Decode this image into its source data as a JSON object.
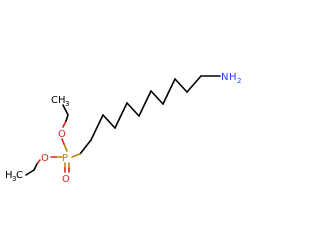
{
  "molecule": {
    "colors": {
      "carbon": "#000000",
      "oxygen": "#e0201b",
      "phosphorus": "#b8860b",
      "nitrogen": "#1f3cff"
    },
    "labels": {
      "amine_n": "N",
      "amine_h": "H",
      "amine_h_count": "2",
      "phosphorus": "P",
      "oxygen_top": "O",
      "oxygen_left": "O",
      "oxygen_double": "O",
      "methyl_top_c": "C",
      "methyl_top_h": "H",
      "methyl_top_count": "3",
      "methyl_left_h": "H",
      "methyl_left_count": "3",
      "methyl_left_c": "C"
    }
  }
}
